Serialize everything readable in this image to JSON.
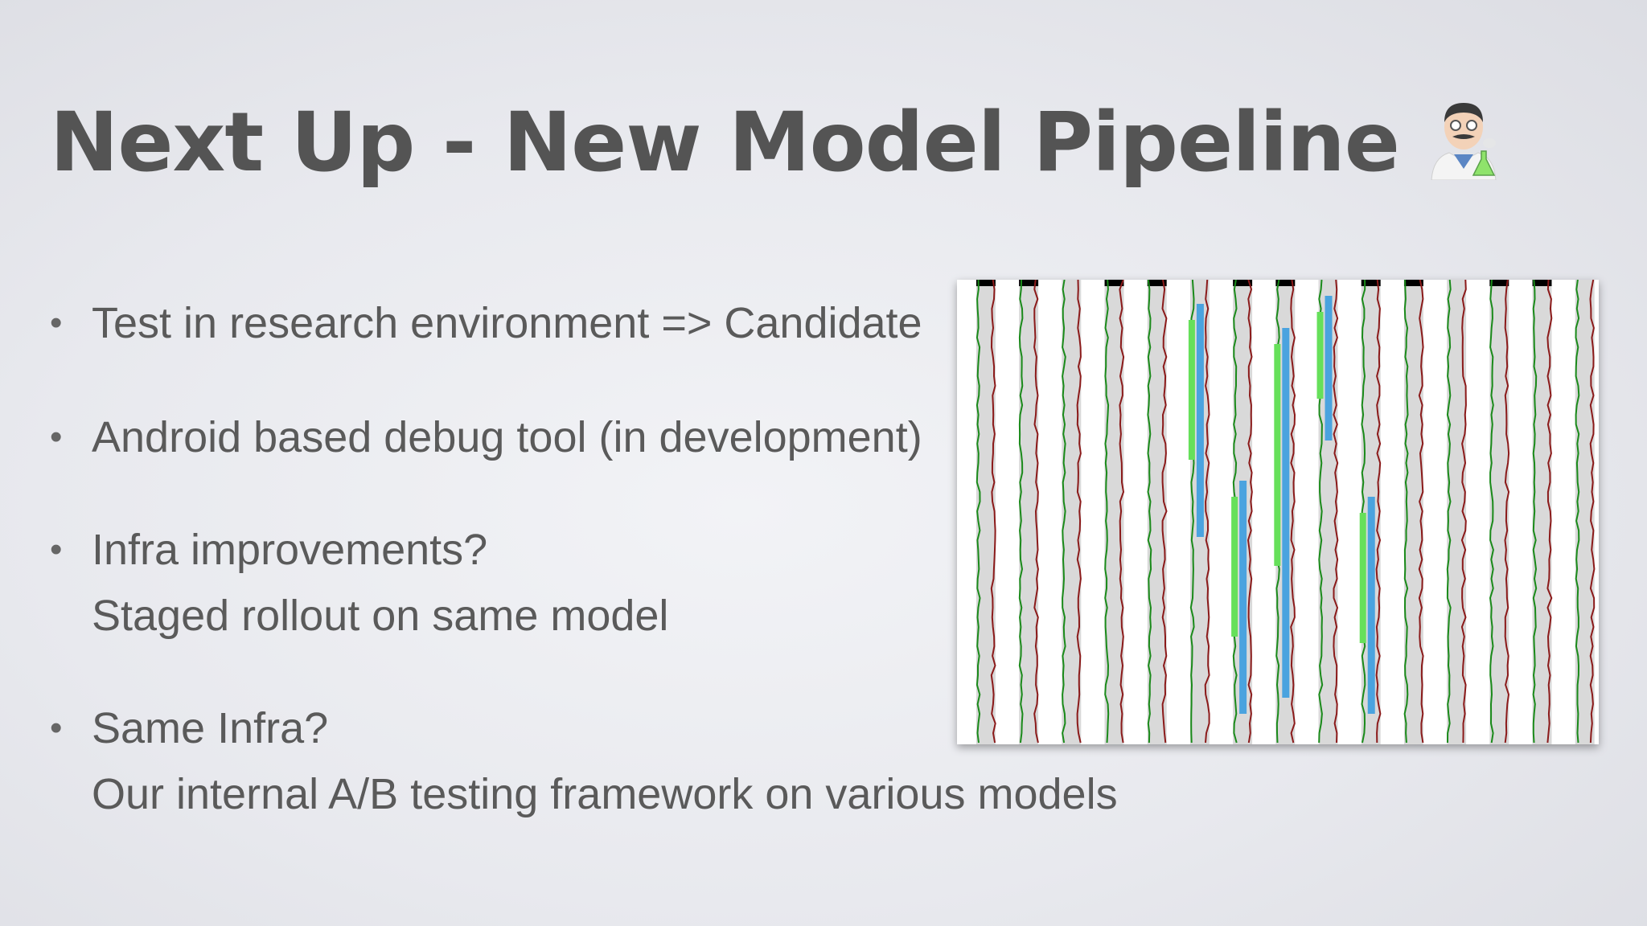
{
  "slide": {
    "title": "Next Up - New Model Pipeline",
    "title_icon": "scientist-emoji-icon",
    "bullets": [
      {
        "text": "Test in research environment => Candidate",
        "sub": ""
      },
      {
        "text": "Android based debug tool (in development)",
        "sub": ""
      },
      {
        "text": "Infra improvements?",
        "sub": "Staged rollout on same model"
      },
      {
        "text": "Same Infra?",
        "sub": "Our internal A/B testing framework on various models"
      }
    ],
    "bullet_char": "•"
  },
  "chart_data": {
    "type": "other",
    "description_visible": "",
    "colors": {
      "green": "#1a8a1a",
      "red": "#8b1a1a",
      "blue": "#4aa3df",
      "lime": "#66e05a",
      "gray": "#d9d9d9",
      "black": "#000000"
    }
  }
}
